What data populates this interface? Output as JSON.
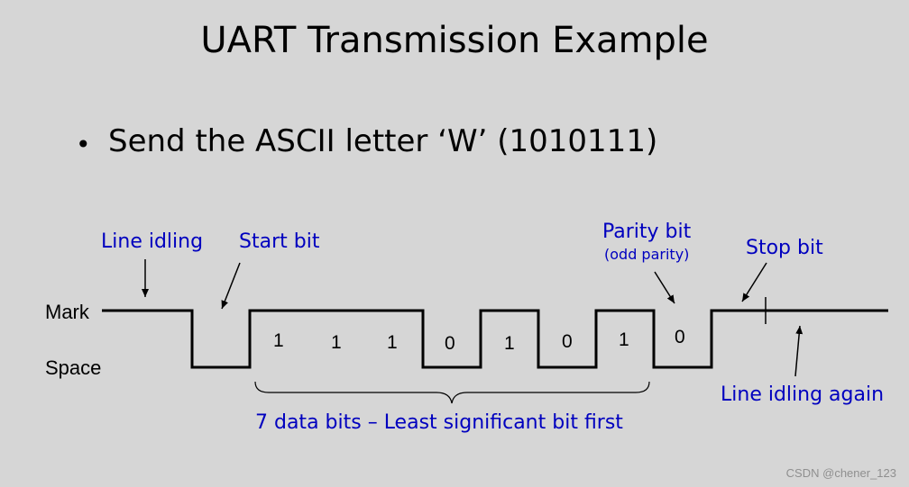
{
  "slide": {
    "title": "UART Transmission Example",
    "bullet": "Send the ASCII letter ‘W’ (1010111)"
  },
  "diagram": {
    "levels": {
      "mark": "Mark",
      "space": "Space"
    },
    "annotations": {
      "line_idling": "Line idling",
      "start_bit": "Start bit",
      "parity_bit": "Parity bit",
      "parity_note": "(odd parity)",
      "stop_bit": "Stop bit",
      "line_idling_again": "Line idling again",
      "data_bits": "7 data bits – Least significant bit first"
    },
    "bits": [
      "1",
      "1",
      "1",
      "0",
      "1",
      "0",
      "1",
      "0"
    ],
    "label_color": "#0000bf",
    "waveform_color": "#000000"
  },
  "watermark": "CSDN @chener_123"
}
